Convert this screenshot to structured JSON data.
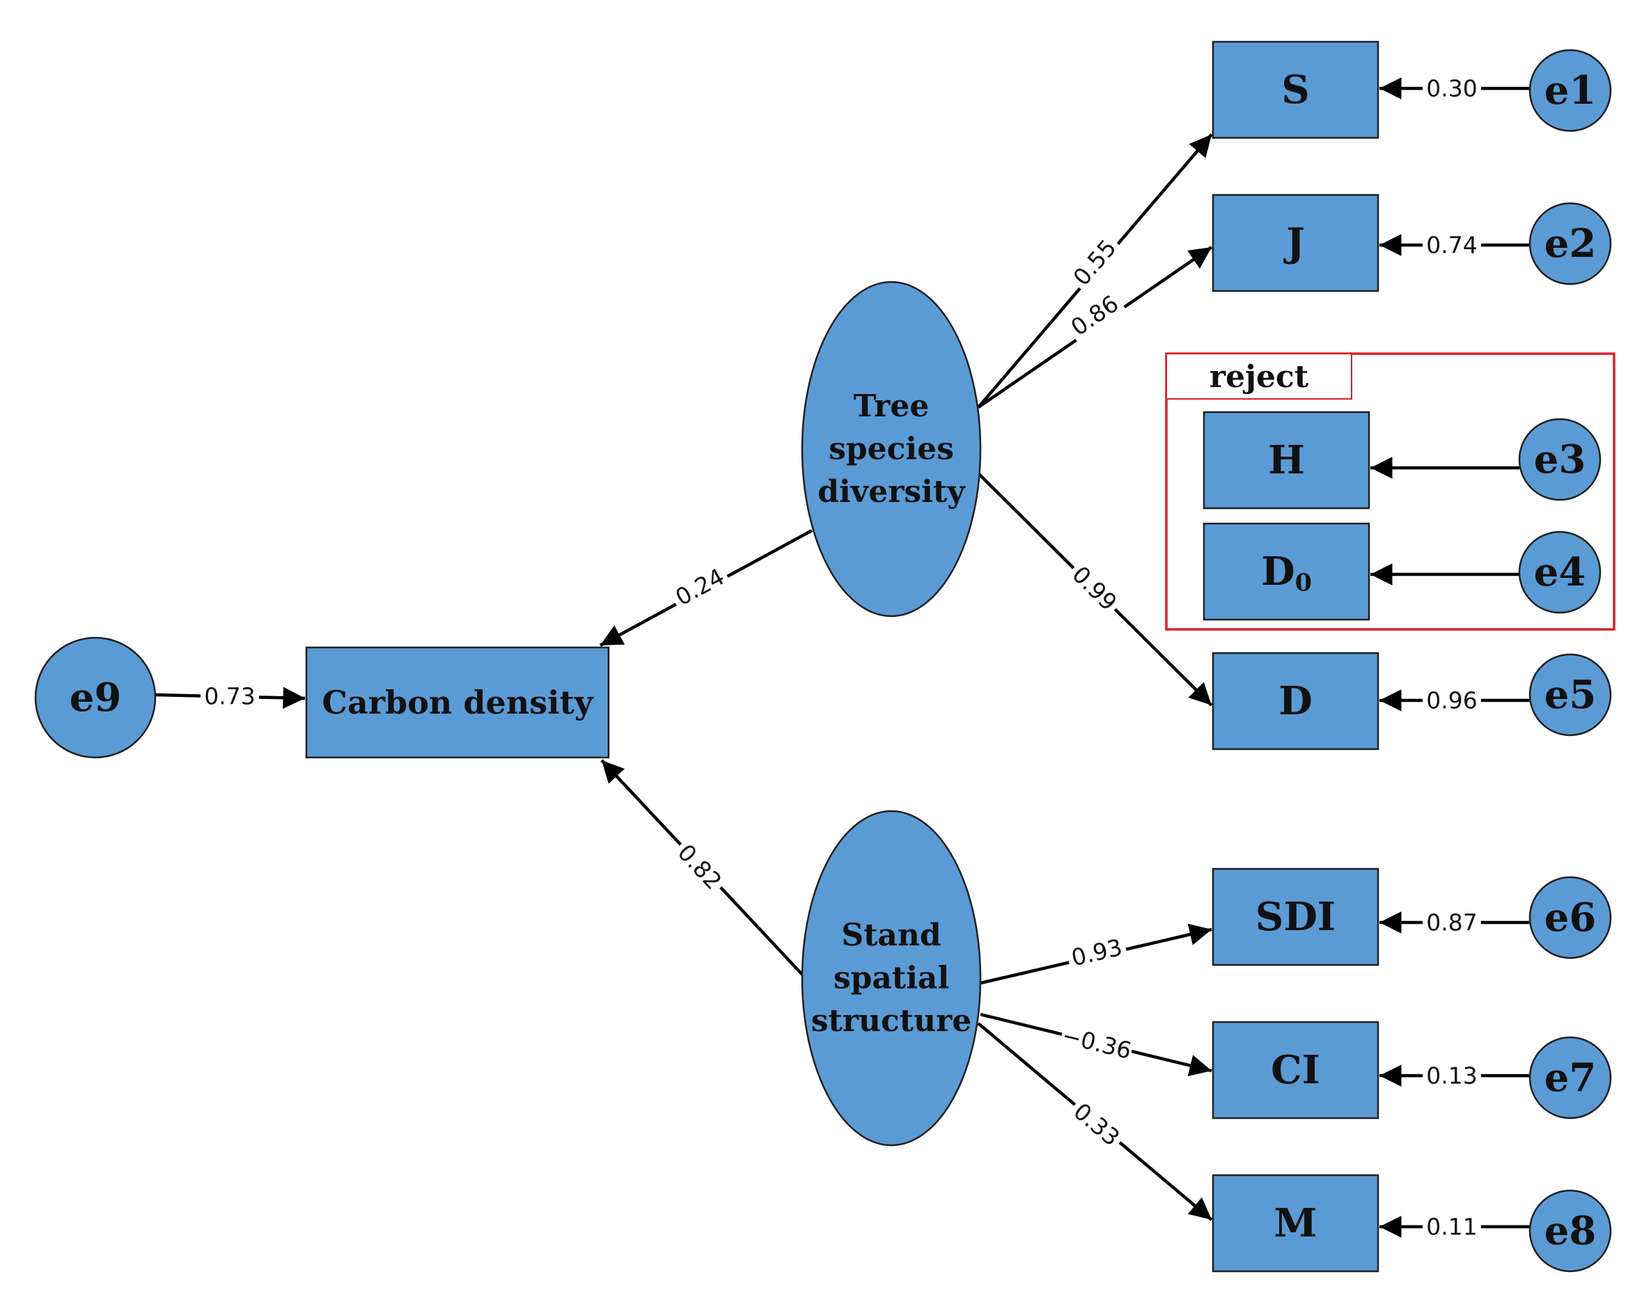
{
  "diagram": {
    "nodes": [
      {
        "id": "carbon",
        "label": "Carbon density"
      },
      {
        "id": "tree",
        "label": "Tree species diversity",
        "lines": [
          "Tree",
          "species",
          "diversity"
        ]
      },
      {
        "id": "stand",
        "label": "Stand spatial structure",
        "lines": [
          "Stand",
          "spatial",
          "structure"
        ]
      },
      {
        "id": "S",
        "label": "S"
      },
      {
        "id": "J",
        "label": "J"
      },
      {
        "id": "H",
        "label": "H"
      },
      {
        "id": "D0",
        "label": "D",
        "subscript": "0"
      },
      {
        "id": "D",
        "label": "D"
      },
      {
        "id": "SDI",
        "label": "SDI"
      },
      {
        "id": "CI",
        "label": "CI"
      },
      {
        "id": "M",
        "label": "M"
      },
      {
        "id": "e1",
        "label": "e1"
      },
      {
        "id": "e2",
        "label": "e2"
      },
      {
        "id": "e3",
        "label": "e3"
      },
      {
        "id": "e4",
        "label": "e4"
      },
      {
        "id": "e5",
        "label": "e5"
      },
      {
        "id": "e6",
        "label": "e6"
      },
      {
        "id": "e7",
        "label": "e7"
      },
      {
        "id": "e8",
        "label": "e8"
      },
      {
        "id": "e9",
        "label": "e9"
      }
    ],
    "edges": [
      {
        "from": "tree",
        "to": "S",
        "weight": "0.55"
      },
      {
        "from": "tree",
        "to": "J",
        "weight": "0.86"
      },
      {
        "from": "tree",
        "to": "D",
        "weight": "0.99"
      },
      {
        "from": "tree",
        "to": "carbon",
        "weight": "0.24"
      },
      {
        "from": "stand",
        "to": "carbon",
        "weight": "0.82"
      },
      {
        "from": "stand",
        "to": "SDI",
        "weight": "0.93"
      },
      {
        "from": "stand",
        "to": "CI",
        "weight": "−0.36"
      },
      {
        "from": "stand",
        "to": "M",
        "weight": "0.33"
      },
      {
        "from": "e1",
        "to": "S",
        "weight": "0.30"
      },
      {
        "from": "e2",
        "to": "J",
        "weight": "0.74"
      },
      {
        "from": "e3",
        "to": "H",
        "weight": ""
      },
      {
        "from": "e4",
        "to": "D0",
        "weight": ""
      },
      {
        "from": "e5",
        "to": "D",
        "weight": "0.96"
      },
      {
        "from": "e6",
        "to": "SDI",
        "weight": "0.87"
      },
      {
        "from": "e7",
        "to": "CI",
        "weight": "0.13"
      },
      {
        "from": "e8",
        "to": "M",
        "weight": "0.11"
      },
      {
        "from": "e9",
        "to": "carbon",
        "weight": "0.73"
      }
    ],
    "group": {
      "title": "reject",
      "members": [
        "H",
        "D0",
        "e3",
        "e4"
      ]
    }
  },
  "colors": {
    "node_fill": "#5b9bd5",
    "group_border": "#d9202a"
  }
}
